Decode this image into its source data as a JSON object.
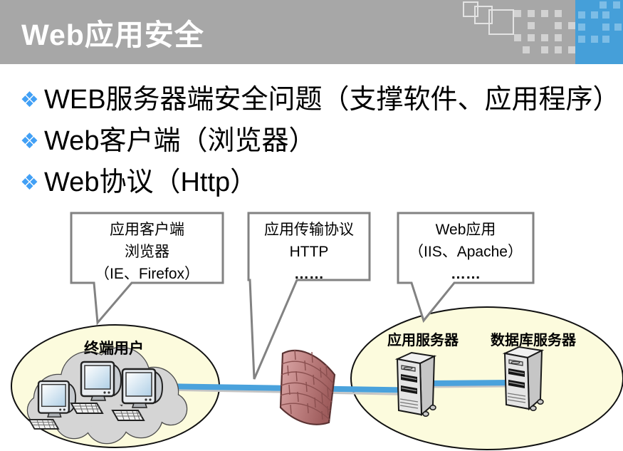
{
  "header": {
    "title": "Web应用安全"
  },
  "decoration": {
    "bar_color": "#A7A7A7",
    "accent_blue": "#459FD9",
    "square_gray": "#D2D2D2",
    "square_light_blue": "#7DBDE6"
  },
  "bullets": {
    "marker": "❖",
    "marker_color": "#42A0F5",
    "items": [
      {
        "text": "WEB服务器端安全问题（支撑软件、应用程序）"
      },
      {
        "text": "Web客户端（浏览器）"
      },
      {
        "text": "Web协议（Http）"
      }
    ]
  },
  "callouts": [
    {
      "lines": [
        "应用客户端",
        "浏览器",
        "（IE、Firefox）"
      ]
    },
    {
      "lines": [
        "应用传输协议",
        "HTTP",
        "……"
      ]
    },
    {
      "lines": [
        "Web应用",
        "（IIS、Apache）",
        "……"
      ]
    }
  ],
  "diagram": {
    "end_users_label": "终端用户",
    "app_server_label": "应用服务器",
    "db_server_label": "数据库服务器",
    "colors": {
      "ellipse_fill": "#FCFBDD",
      "cloud_fill": "#D5D5D5",
      "network_line": "#4AA2DC",
      "callout_border": "#828282",
      "firewall_brick": "#B97A7A"
    }
  }
}
